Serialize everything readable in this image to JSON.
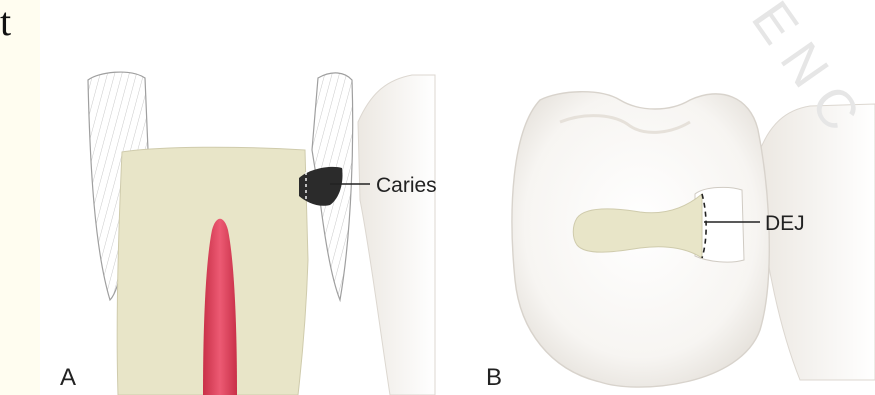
{
  "stray_text": "t",
  "watermark_text": "ENC",
  "panel_a": {
    "letter": "A",
    "callout": "Caries"
  },
  "panel_b": {
    "letter": "B",
    "callout": "DEJ"
  },
  "colors": {
    "dentin": "#e8e5c8",
    "pulp": "#e0455f",
    "caries": "#2b2b2b",
    "enamel_line": "#b5b5b5",
    "tooth_shadow": "#e4e0da"
  }
}
